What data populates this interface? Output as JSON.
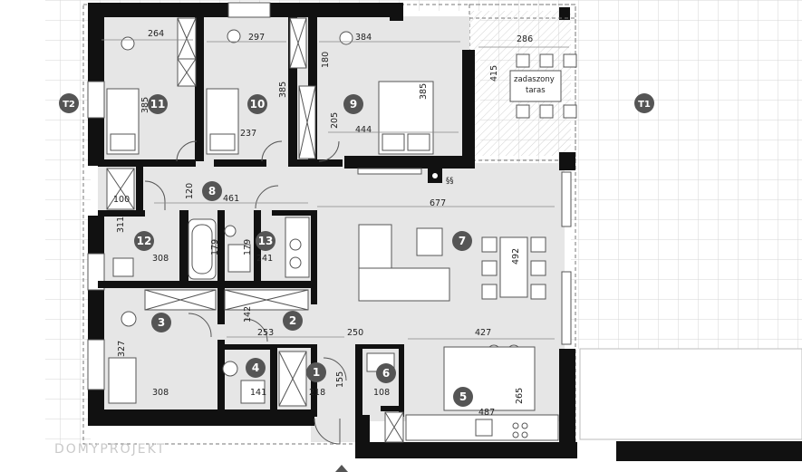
{
  "rooms": [
    {
      "id": "r1",
      "number": "1"
    },
    {
      "id": "r2",
      "number": "2"
    },
    {
      "id": "r3",
      "number": "3"
    },
    {
      "id": "r4",
      "number": "4"
    },
    {
      "id": "r5",
      "number": "5"
    },
    {
      "id": "r6",
      "number": "6"
    },
    {
      "id": "r7",
      "number": "7"
    },
    {
      "id": "r8",
      "number": "8"
    },
    {
      "id": "r9",
      "number": "9"
    },
    {
      "id": "r10",
      "number": "10"
    },
    {
      "id": "r11",
      "number": "11"
    },
    {
      "id": "r12",
      "number": "12"
    },
    {
      "id": "r13",
      "number": "13"
    }
  ],
  "terraces": [
    {
      "id": "t1",
      "label": "T1"
    },
    {
      "id": "t2",
      "label": "T2"
    }
  ],
  "terrace_label": {
    "line1": "zadaszony",
    "line2": "taras"
  },
  "dimensions": [
    "264",
    "297",
    "384",
    "286",
    "180",
    "415",
    "385",
    "385",
    "385",
    "205",
    "444",
    "237",
    "100",
    "120",
    "461",
    "677",
    "311",
    "179",
    "179",
    "308",
    "241",
    "492",
    "142",
    "253",
    "250",
    "427",
    "327",
    "308",
    "141",
    "218",
    "155",
    "108",
    "265",
    "487"
  ],
  "watermark": "DOMYPROJEKT"
}
